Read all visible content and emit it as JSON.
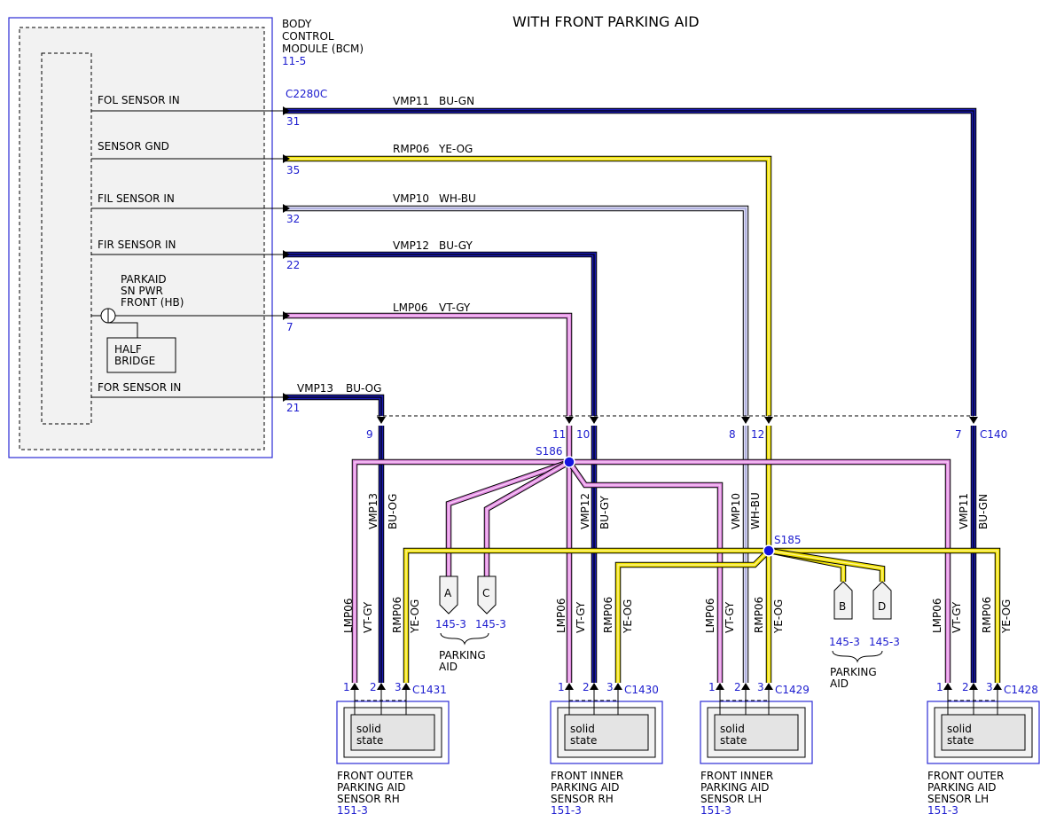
{
  "title": "WITH FRONT PARKING AID",
  "colors": {
    "BU": "#1a1ab4",
    "YE": "#f2e400",
    "VT": "#e08ae0",
    "WH": "#dcdcf0",
    "splice": "#1414e0",
    "label_blue": "#1c1ccf"
  },
  "bcm": {
    "lines": [
      "BODY",
      "CONTROL",
      "MODULE (BCM)"
    ],
    "ref": "11-5",
    "connector": "C2280C",
    "half_bridge": [
      "HALF",
      "BRIDGE"
    ],
    "pins": [
      {
        "label": [
          "FOL SENSOR IN"
        ],
        "pin": "31",
        "circuit": "VMP11",
        "color": "BU-GN"
      },
      {
        "label": [
          "SENSOR GND"
        ],
        "pin": "35",
        "circuit": "RMP06",
        "color": "YE-OG"
      },
      {
        "label": [
          "FIL SENSOR IN"
        ],
        "pin": "32",
        "circuit": "VMP10",
        "color": "WH-BU"
      },
      {
        "label": [
          "FIR SENSOR IN"
        ],
        "pin": "22",
        "circuit": "VMP12",
        "color": "BU-GY"
      },
      {
        "label": [
          "PARKAID",
          "SN PWR",
          "FRONT (HB)"
        ],
        "pin": "7",
        "circuit": "LMP06",
        "color": "VT-GY"
      },
      {
        "label": [
          "FOR SENSOR IN"
        ],
        "pin": "21",
        "circuit": "VMP13",
        "color": "BU-OG"
      }
    ]
  },
  "c140": {
    "name": "C140",
    "pins": [
      "9",
      "11",
      "10",
      "8",
      "12",
      "7"
    ]
  },
  "splices": {
    "s186": "S186",
    "s185": "S185"
  },
  "vertical_labels": [
    {
      "circuit": "VMP13",
      "color": "BU-OG"
    },
    {
      "circuit": "VMP12",
      "color": "BU-GY"
    },
    {
      "circuit": "VMP10",
      "color": "WH-BU"
    },
    {
      "circuit": "VMP11",
      "color": "BU-GN"
    }
  ],
  "branch_labels": {
    "lmp": [
      "LMP06",
      "VT-GY"
    ],
    "rmp": [
      "RMP06",
      "YE-OG"
    ]
  },
  "parking_aid_groups": [
    {
      "connectors": [
        "A",
        "C"
      ],
      "refs": [
        "145-3",
        "145-3"
      ],
      "label": [
        "PARKING",
        "AID"
      ]
    },
    {
      "connectors": [
        "B",
        "D"
      ],
      "refs": [
        "145-3",
        "145-3"
      ],
      "label": [
        "PARKING",
        "AID"
      ]
    }
  ],
  "sensors": [
    {
      "connector": "C1431",
      "pins": [
        "1",
        "2",
        "3"
      ],
      "inner": [
        "solid",
        "state"
      ],
      "name": [
        "FRONT OUTER",
        "PARKING AID",
        "SENSOR RH"
      ],
      "ref": "151-3"
    },
    {
      "connector": "C1430",
      "pins": [
        "1",
        "2",
        "3"
      ],
      "inner": [
        "solid",
        "state"
      ],
      "name": [
        "FRONT INNER",
        "PARKING AID",
        "SENSOR RH"
      ],
      "ref": "151-3"
    },
    {
      "connector": "C1429",
      "pins": [
        "1",
        "2",
        "3"
      ],
      "inner": [
        "solid",
        "state"
      ],
      "name": [
        "FRONT INNER",
        "PARKING AID",
        "SENSOR LH"
      ],
      "ref": "151-3"
    },
    {
      "connector": "C1428",
      "pins": [
        "1",
        "2",
        "3"
      ],
      "inner": [
        "solid",
        "state"
      ],
      "name": [
        "FRONT OUTER",
        "PARKING AID",
        "SENSOR LH"
      ],
      "ref": "151-3"
    }
  ]
}
